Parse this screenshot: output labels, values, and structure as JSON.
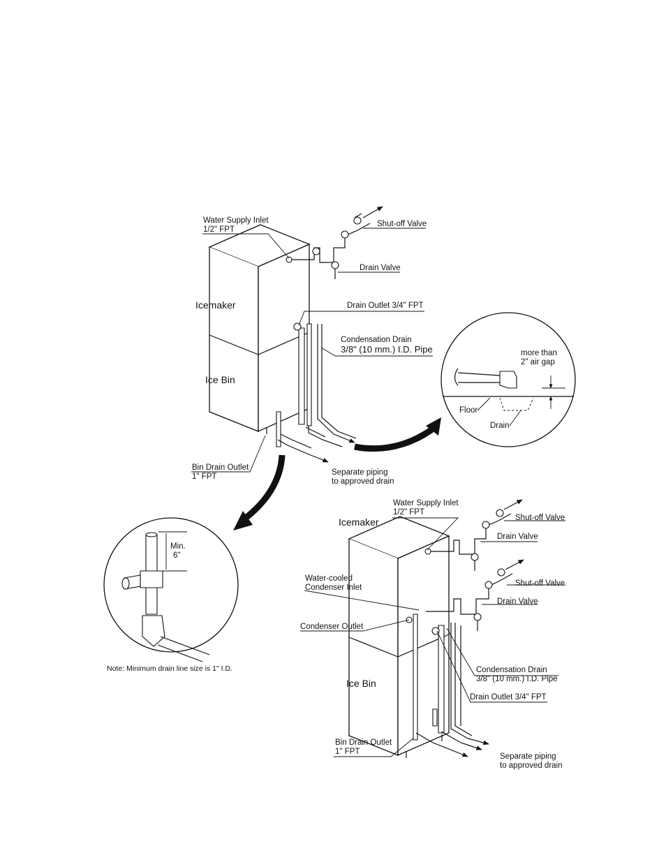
{
  "upper": {
    "water_supply_inlet": [
      "Water Supply Inlet",
      "1/2\" FPT"
    ],
    "shutoff_valve": "Shut-off Valve",
    "drain_valve": "Drain Valve",
    "icemaker": "Icemaker",
    "drain_outlet": "Drain Outlet 3/4\" FPT",
    "condensation_drain": [
      "Condensation Drain",
      "3/8\" (10 mm.) I.D. Pipe"
    ],
    "ice_bin": "Ice Bin",
    "bin_drain_outlet": [
      "Bin Drain Outlet",
      "1\" FPT"
    ],
    "separate_piping": [
      "Separate piping",
      "to approved drain"
    ]
  },
  "air_gap_detail": {
    "more_than": [
      "more than",
      "2\" air gap"
    ],
    "floor": "Floor",
    "drain": "Drain"
  },
  "drain_detail": {
    "min": [
      "Min.",
      "6\""
    ],
    "note": "Note: Minimum drain line size is 1\" I.D."
  },
  "lower": {
    "water_supply_inlet": [
      "Water Supply Inlet",
      "1/2\" FPT"
    ],
    "icemaker": "Icemaker",
    "shutoff_valve_1": "Shut-off Valve",
    "drain_valve_1": "Drain Valve",
    "water_cooled_condenser_inlet": [
      "Water-cooled",
      "Condenser Inlet"
    ],
    "shutoff_valve_2": "Shut-off Valve",
    "drain_valve_2": "Drain Valve",
    "condenser_outlet": "Condenser Outlet",
    "condensation_drain": [
      "Condensation Drain",
      "3/8\" (10 mm.) I.D. Pipe"
    ],
    "ice_bin": "Ice Bin",
    "drain_outlet": "Drain Outlet 3/4\" FPT",
    "bin_drain_outlet": [
      "Bin Drain Outlet",
      "1\" FPT"
    ],
    "separate_piping": [
      "Separate piping",
      "to approved drain"
    ]
  }
}
